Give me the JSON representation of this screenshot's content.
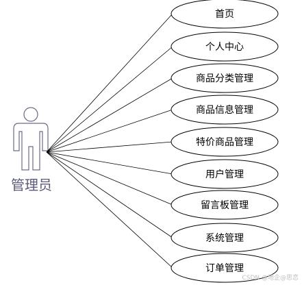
{
  "actor": {
    "label": "管理员"
  },
  "use_cases": [
    "首页",
    "个人中心",
    "商品分类管理",
    "商品信息管理",
    "特价商品管理",
    "用户管理",
    "留言板管理",
    "系统管理",
    "订单管理"
  ],
  "watermark": "CSDN @地企@思恋",
  "colors": {
    "actor": "#6a6a8a",
    "lines": "#000000",
    "watermark": "#bfbfbf"
  }
}
